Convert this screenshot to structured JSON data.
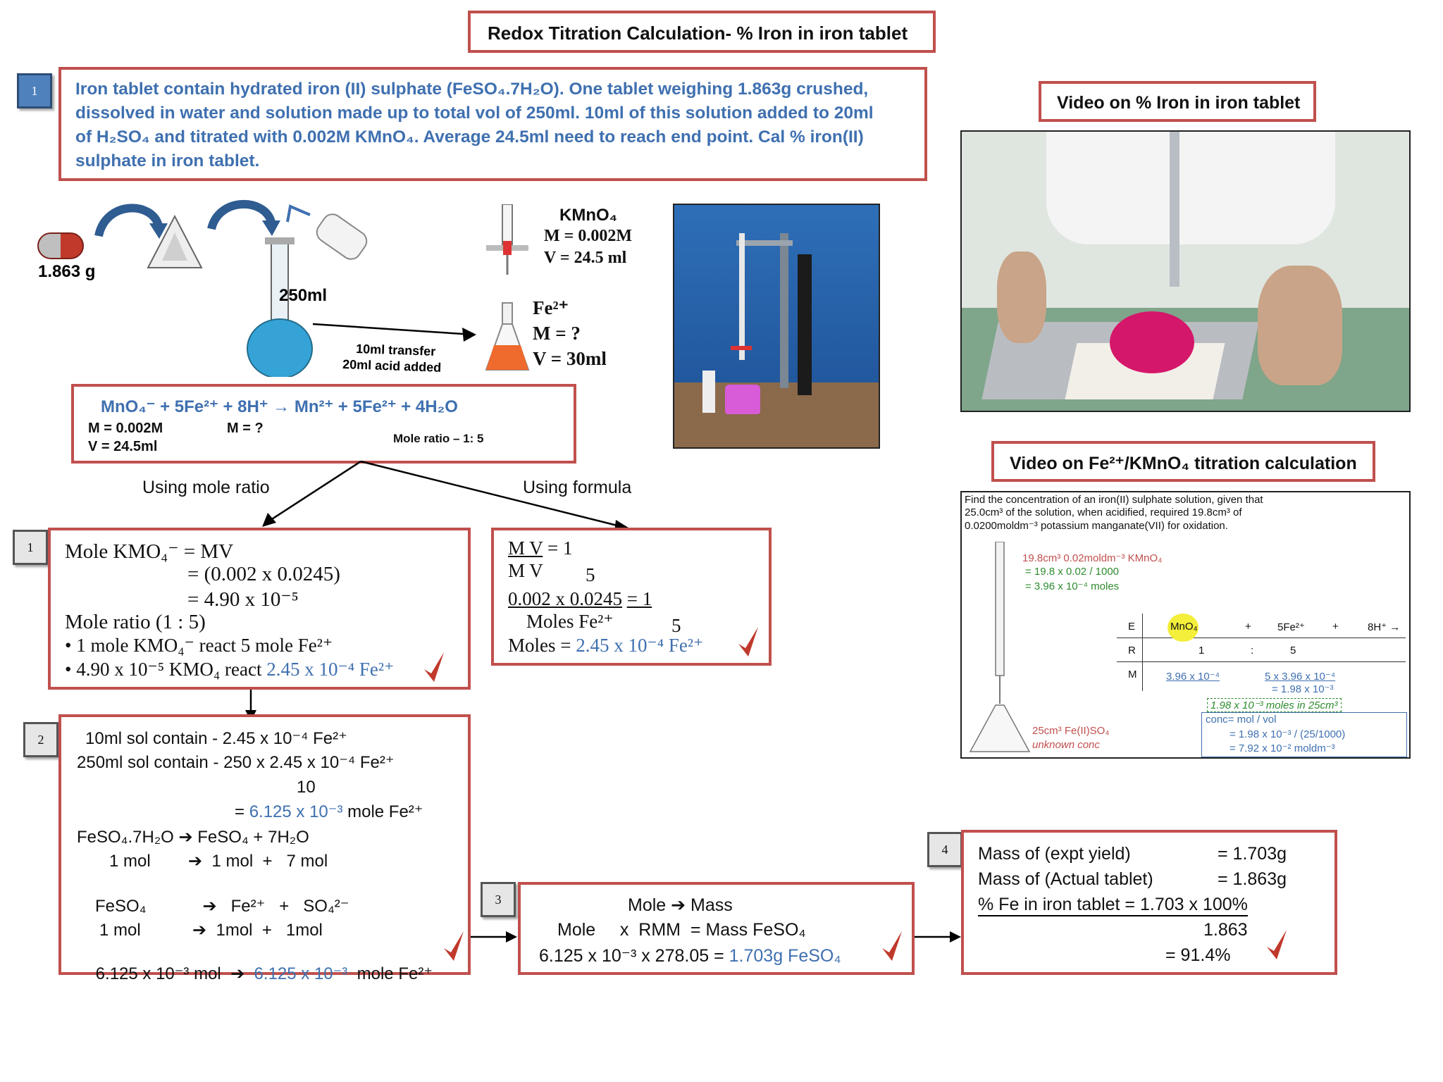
{
  "title": "Redox Titration Calculation- % Iron in iron tablet",
  "problem": {
    "badge": "1",
    "line1": "Iron tablet contain hydrated iron (II) sulphate (FeSO₄.7H₂O). One tablet weighing 1.863g crushed,",
    "line2": "dissolved in water and solution made up to total  vol of 250ml. 10ml of this solution added to 20ml",
    "line3": "of H₂SO₄ and titrated with 0.002M KMnO₄. Average 24.5ml need to reach end point. Cal %  iron(II)",
    "line4": "sulphate in iron tablet."
  },
  "setup": {
    "mass": "1.863 g",
    "flask_vol": "250ml",
    "transfer1": "10ml transfer",
    "transfer2": "20ml acid added",
    "kmno4_name": "KMnO₄",
    "kmno4_m": "M = 0.002M",
    "kmno4_v": "V  = 24.5 ml",
    "fe_name": "Fe²⁺",
    "fe_m": "M = ?",
    "fe_v": "V = 30ml"
  },
  "equation": {
    "text": "MnO₄⁻    +    5Fe²⁺    +   8H⁺ →  Mn²⁺ + 5Fe²⁺ +   4H₂O",
    "m1": "M = 0.002M",
    "v1": "V = 24.5ml",
    "m2": "M =  ?",
    "ratio": "Mole ratio – 1: 5"
  },
  "branches": {
    "left": "Using mole ratio",
    "right": "Using formula"
  },
  "step1": {
    "badge": "1",
    "l1": "Mole KMO₄⁻  = MV",
    "l2": "= (0.002 x 0.0245)",
    "l3": "= 4.90 x 10⁻⁵",
    "l4": "Mole ratio (1 : 5)",
    "l5": "• 1 mole KMO₄⁻ react 5 mole Fe²⁺",
    "l6a": "• 4.90 x 10⁻⁵ KMO₄ react ",
    "l6b": "2.45 x 10⁻⁴ Fe²⁺"
  },
  "formula": {
    "l1a": "M V",
    "l1b": "=   1",
    "l2a": "M V",
    "l2b": "5",
    "l3a": "0.002 x 0.0245",
    "l3b": "=  1",
    "l4a": "Moles Fe²⁺",
    "l4b": "5",
    "l5a": "Moles = ",
    "l5b": "2.45 x 10⁻⁴ Fe²⁺"
  },
  "step2": {
    "badge": "2",
    "l1": "10ml sol  contain  - 2.45 x 10⁻⁴ Fe²⁺",
    "l2": "250ml sol contain  - 250 x 2.45 x 10⁻⁴ Fe²⁺",
    "l3": "10",
    "l4a": "= ",
    "l4b": "6.125 x 10⁻³",
    "l4c": "  mole Fe²⁺",
    "l5": "FeSO₄.7H₂O ➔  FeSO₄ +   7H₂O",
    "l6": "1 mol        ➔  1 mol  +   7 mol",
    "l7": "FeSO₄            ➔   Fe²⁺   +   SO₄²⁻",
    "l8": "1 mol           ➔  1mol  +   1mol",
    "l9a": "6.125 x 10⁻³ mol  ➔  ",
    "l9b": "6.125 x 10⁻³",
    "l9c": "  mole Fe²⁺"
  },
  "step3": {
    "badge": "3",
    "l1": "Mole  ➔  Mass",
    "l2": "Mole     x  RMM  = Mass FeSO₄",
    "l3a": "6.125 x 10⁻³ x 278.05  = ",
    "l3b": "1.703g FeSO₄"
  },
  "step4": {
    "badge": "4",
    "l1a": "Mass of (expt yield)",
    "l1b": "= 1.703g",
    "l2a": "Mass of (Actual tablet)",
    "l2b": "= 1.863g",
    "l3": "% Fe in iron tablet = 1.703  x 100%",
    "l4": "1.863",
    "l5": "= 91.4%"
  },
  "video1_title": "Video on % Iron in iron tablet",
  "video2_title": "Video on Fe²⁺/KMnO₄ titration calculation",
  "thumb2": {
    "q1": "Find the concentration of an iron(II) sulphate solution, given that",
    "q2": "25.0cm³ of the solution, when acidified, required 19.8cm³ of",
    "q3": "0.0200moldm⁻³ potassium manganate(VII) for oxidation.",
    "g1": "19.8cm³ 0.02moldm⁻³ KMnO₄",
    "g2": "= 19.8 x 0.02 / 1000",
    "g3": "= 3.96 x 10⁻⁴ moles",
    "row_e": "E",
    "row_r": "R",
    "row_m": "M",
    "e1": "MnO₄",
    "e2": "+",
    "e3": "5Fe²⁺",
    "e4": "+",
    "e5": "8H⁺ →",
    "r1": "1",
    "r2": ":",
    "r3": "5",
    "m1": "3.96 x 10⁻⁴",
    "m2": "5 x 3.96 x 10⁻⁴",
    "m3": "= 1.98 x 10⁻³",
    "m4": "1.98 x 10⁻³ moles in 25cm³",
    "c1": "conc= mol / vol",
    "c2": "= 1.98 x 10⁻³  / (25/1000)",
    "c3": "= 7.92 x 10⁻² moldm⁻³",
    "f1": "25cm³ Fe(II)SO₄",
    "f2": "unknown conc"
  },
  "colors": {
    "box_border": "#c0504d",
    "blue_text": "#3f70b0",
    "badge_blue": "#4f81bd",
    "check": "#c0392b"
  }
}
